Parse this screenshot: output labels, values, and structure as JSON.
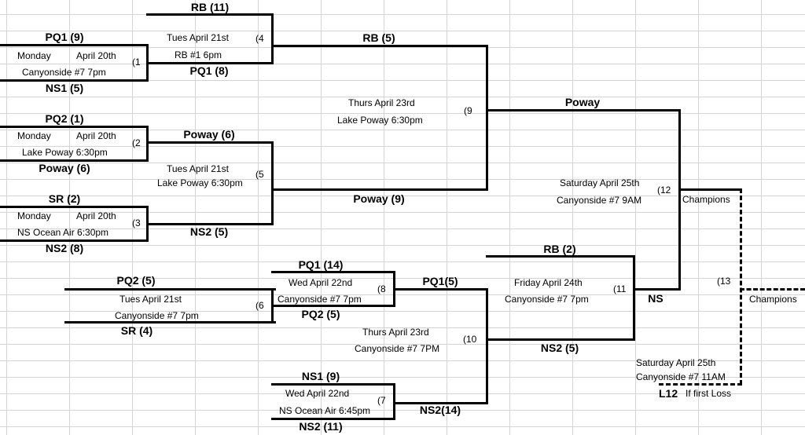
{
  "game1": {
    "top_team": "PQ1 (9)",
    "day": "Monday",
    "date": "April 20th",
    "venue": "Canyonside #7  7pm",
    "num": "(1",
    "bottom_team": "NS1 (5)"
  },
  "game2": {
    "top_team": "PQ2 (1)",
    "day": "Monday",
    "date": "April 20th",
    "venue": "Lake Poway  6:30pm",
    "num": "(2",
    "bottom_team": "Poway (6)"
  },
  "game3": {
    "top_team": "SR (2)",
    "day": "Monday",
    "date": "April 20th",
    "venue": "NS Ocean Air  6:30pm",
    "num": "(3",
    "bottom_team": "NS2 (8)"
  },
  "game4": {
    "top_team": "RB (11)",
    "line1": "Tues  April 21st",
    "line2": "RB #1  6pm",
    "num": "(4",
    "bottom_team": "PQ1 (8)"
  },
  "game5": {
    "top_team": "Poway (6)",
    "line1": "Tues April 21st",
    "line2": "Lake Poway 6:30pm",
    "num": "(5",
    "bottom_team": "NS2 (5)"
  },
  "game6": {
    "top_team": "PQ2 (5)",
    "line1": "Tues  April 21st",
    "line2": "Canyonside #7  7pm",
    "num": "(6",
    "bottom_team": "SR (4)"
  },
  "game7": {
    "top_team": "NS1 (9)",
    "line1": "Wed  April 22nd",
    "line2": "NS Ocean Air 6:45pm",
    "num": "(7",
    "bottom_team": "NS2 (11)"
  },
  "game8": {
    "top_team": "PQ1 (14)",
    "line1": "Wed  April 22nd",
    "line2": "Canyonside #7  7pm",
    "num": "(8",
    "bottom_team": "PQ2 (5)"
  },
  "game9": {
    "top_team": "RB (5)",
    "line1": "Thurs  April 23rd",
    "line2": "Lake Poway   6:30pm",
    "num": "(9",
    "bottom_team": "Poway (9)"
  },
  "game10": {
    "top_team": "PQ1(5)",
    "line1": "Thurs  April 23rd",
    "line2": "Canyonside #7  7PM",
    "num": "(10",
    "bottom_team": "NS2(14)"
  },
  "game11": {
    "top_team": "RB (2)",
    "line1": "Friday  April 24th",
    "line2": "Canyonside #7   7pm",
    "num": "(11",
    "bottom_team": "NS2 (5)"
  },
  "game12": {
    "top_team": "Poway",
    "line1": "Saturday April 25th",
    "line2": "Canyonside #7  9AM",
    "num": "(12",
    "bottom_team": "NS",
    "champions": "Champions"
  },
  "game13": {
    "num": "(13",
    "champions": "Champions",
    "line1": "Saturday April 25th",
    "line2": "Canyonside #7 11AM",
    "loser": "L12",
    "loser_note": "If first Loss"
  }
}
